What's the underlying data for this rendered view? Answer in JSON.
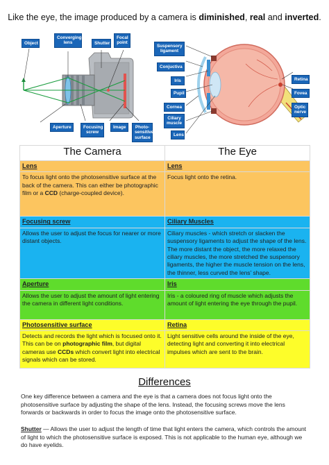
{
  "intro": {
    "lead": "Like the eye, the image produced by a camera is ",
    "w1": "diminished",
    "sep1": ", ",
    "w2": "real",
    "sep2": " and ",
    "w3": "inverted",
    "end": "."
  },
  "camera_diagram": {
    "labels": {
      "object": "Object",
      "converging_lens": "Converging lens",
      "shutter": "Shutter",
      "focal_point": "Focal point",
      "aperture": "Aperture",
      "focusing_screw": "Focusing screw",
      "image": "Image",
      "photosensitive_surface": "Photo- sensitive surface"
    }
  },
  "eye_diagram": {
    "labels": {
      "suspensory_ligament": "Suspensory ligament",
      "conjuctiva": "Conjuctiva",
      "iris": "Iris",
      "pupil": "Pupil",
      "cornea": "Cornea",
      "ciliary_muscle": "Ciliary muscle",
      "lens": "Lens",
      "retina": "Retina",
      "fovea": "Fovea",
      "optic_nerve": "Optic nerve"
    }
  },
  "table": {
    "col1": "The Camera",
    "col2": "The Eye",
    "colors": {
      "orange": "#fcc55f",
      "blue": "#1ab3f0",
      "green": "#5fdc2c",
      "yellow": "#fdfd2a"
    },
    "rows": [
      {
        "cam_title": "Lens",
        "cam_text_a": "To focus light onto the photosensitive surface at the back of the camera. This can either be photographic film or a ",
        "cam_text_b": "CCD",
        "cam_text_c": " (charge-coupled device).",
        "eye_title": "Lens",
        "eye_text": "Focus light onto the retina."
      },
      {
        "cam_title": "Focusing screw",
        "cam_text": "Allows the user to adjust the focus for nearer or more distant objects.",
        "eye_title": "Ciliary Muscles",
        "eye_text": "Ciliary muscles - which stretch or slacken the suspensory ligaments to adjust the shape of the lens. The more distant the object, the more relaxed the ciliary muscles, the more stretched the suspensory ligaments, the higher the muscle tension on the lens, the thinner, less curved the lens’ shape."
      },
      {
        "cam_title": "Aperture",
        "cam_text": "Allows the user to adjust the amount of light entering the camera in different light conditions.",
        "eye_title": "Iris",
        "eye_text": "Iris - a coloured ring of muscle which adjusts the amount of light entering the eye through the pupil."
      },
      {
        "cam_title": "Photosensitive surface",
        "cam_text_a": "Detects and records the light which is focused onto it. This can be on ",
        "cam_text_b": "photographic film",
        "cam_text_c": ", but digital cameras use ",
        "cam_text_d": "CCDs",
        "cam_text_e": " which convert light into electrical signals which can be stored.",
        "eye_title": "Retina",
        "eye_text": "Light sensitive cells around the inside of the eye, detecting light and converting it into electrical impulses which are sent to the brain."
      }
    ]
  },
  "differences": {
    "title": "Differences",
    "para1": "One key difference between a camera and the eye is that a camera does not focus light onto the photosensitive surface by adjusting the shape of the lens. Instead, the focusing screws move the lens forwards or backwards in order to focus the image onto the photosensitive surface.",
    "shutter_term": "Shutter",
    "shutter_text": " — Allows the user to adjust the length of time that light enters the camera, which controls the amount of light to which the photosensitive surface is exposed. This is not applicable to the human eye, although we do have eyelids."
  }
}
